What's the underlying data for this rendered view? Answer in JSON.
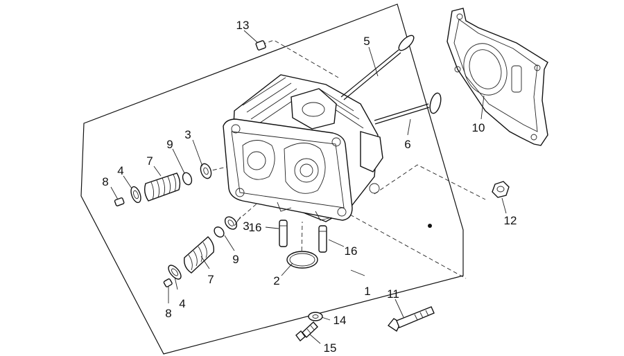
{
  "callouts": [
    {
      "id": "1",
      "label": "1"
    },
    {
      "id": "2",
      "label": "2"
    },
    {
      "id": "3a",
      "label": "3"
    },
    {
      "id": "3b",
      "label": "3"
    },
    {
      "id": "4a",
      "label": "4"
    },
    {
      "id": "4b",
      "label": "4"
    },
    {
      "id": "5",
      "label": "5"
    },
    {
      "id": "6",
      "label": "6"
    },
    {
      "id": "7a",
      "label": "7"
    },
    {
      "id": "7b",
      "label": "7"
    },
    {
      "id": "8a",
      "label": "8"
    },
    {
      "id": "8b",
      "label": "8"
    },
    {
      "id": "9a",
      "label": "9"
    },
    {
      "id": "9b",
      "label": "9"
    },
    {
      "id": "10",
      "label": "10"
    },
    {
      "id": "11",
      "label": "11"
    },
    {
      "id": "12",
      "label": "12"
    },
    {
      "id": "13",
      "label": "13"
    },
    {
      "id": "14",
      "label": "14"
    },
    {
      "id": "15",
      "label": "15"
    },
    {
      "id": "16a",
      "label": "16"
    },
    {
      "id": "16b",
      "label": "16"
    }
  ]
}
